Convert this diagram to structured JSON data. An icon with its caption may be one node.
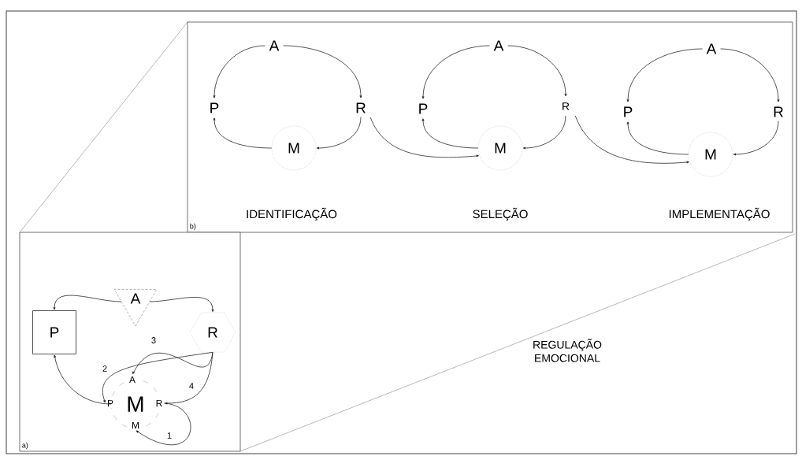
{
  "diagram": {
    "nodes": [
      {
        "text": [
          "b)"
        ]
      },
      {
        "text": [
          "A"
        ],
        "in": 0
      },
      {
        "text": [
          "P"
        ],
        "in": 0
      },
      {
        "text": [
          "R"
        ],
        "in": 0
      },
      {
        "text": [
          "M"
        ],
        "in": 0
      },
      {
        "text": [
          "A"
        ],
        "in": 0
      },
      {
        "text": [
          "P"
        ],
        "in": 0
      },
      {
        "text": [
          "R"
        ],
        "in": 0
      },
      {
        "text": [
          "M"
        ],
        "in": 0
      },
      {
        "text": [
          "A"
        ],
        "in": 0
      },
      {
        "text": [
          "P"
        ],
        "in": 0
      },
      {
        "text": [
          "R"
        ],
        "in": 0
      },
      {
        "text": [
          "M"
        ],
        "in": 0
      },
      {
        "text": [
          "a)"
        ]
      },
      {
        "text": [
          "A"
        ],
        "in": 13
      },
      {
        "text": [
          "P"
        ],
        "in": 13
      },
      {
        "text": [
          "R"
        ],
        "in": 13
      },
      {
        "text": [
          "M"
        ],
        "in": 13
      },
      {
        "text": [
          "A"
        ],
        "in": 13
      },
      {
        "text": [
          "P"
        ],
        "in": 13
      },
      {
        "text": [
          "R"
        ],
        "in": 13
      },
      {
        "text": [
          "M"
        ],
        "in": 17
      }
    ],
    "edges": [
      {
        "from": 1,
        "to": 2,
        "arrow": "to"
      },
      {
        "from": 1,
        "to": 3,
        "arrow": "to"
      },
      {
        "from": 3,
        "to": 4,
        "arrow": "to"
      },
      {
        "from": 4,
        "to": 2,
        "arrow": "to"
      },
      {
        "from": 5,
        "to": 6,
        "arrow": "to"
      },
      {
        "from": 5,
        "to": 7,
        "arrow": "to"
      },
      {
        "from": 7,
        "to": 8,
        "arrow": "to"
      },
      {
        "from": 8,
        "to": 6,
        "arrow": "to"
      },
      {
        "from": 9,
        "to": 10,
        "arrow": "to"
      },
      {
        "from": 9,
        "to": 11,
        "arrow": "to"
      },
      {
        "from": 11,
        "to": 12,
        "arrow": "to"
      },
      {
        "from": 12,
        "to": 10,
        "arrow": "to"
      },
      {
        "from": 3,
        "to": 8,
        "arrow": "to"
      },
      {
        "from": 7,
        "to": 12,
        "arrow": "to"
      },
      {
        "from": 14,
        "to": 15,
        "arrow": "to"
      },
      {
        "from": 14,
        "to": 16,
        "arrow": "to"
      },
      {
        "from": 17,
        "to": 15,
        "arrow": "to"
      },
      {
        "from": 16,
        "to": 18,
        "arrow": "to",
        "label": "3"
      },
      {
        "from": 16,
        "to": 19,
        "arrow": "to",
        "label": "2"
      },
      {
        "from": 16,
        "to": 20,
        "arrow": "to",
        "label": "4"
      },
      {
        "from": 20,
        "to": 21,
        "arrow": "to",
        "label": "1"
      }
    ],
    "labels": [
      "IDENTIFICAÇÃO",
      "SELEÇÃO",
      "IMPLEMENTAÇÃO",
      "REGULAÇÃO EMOCIONAL"
    ]
  }
}
